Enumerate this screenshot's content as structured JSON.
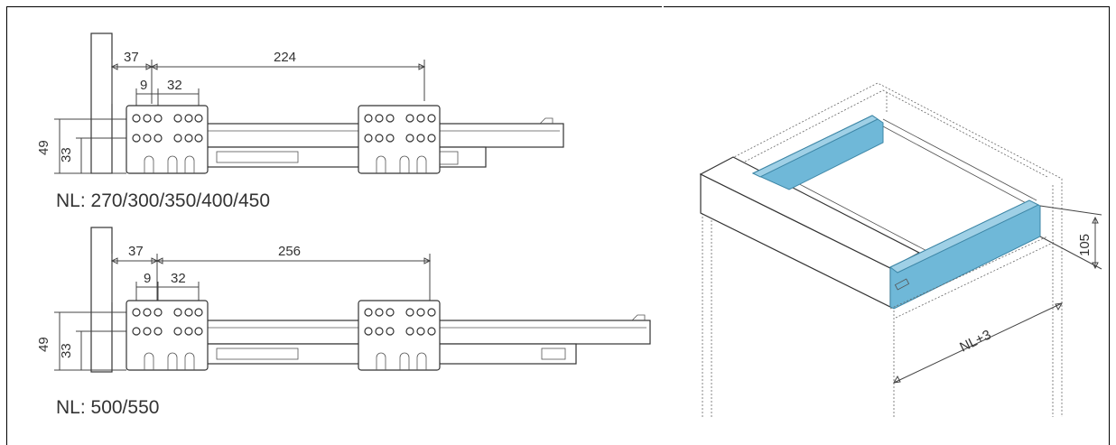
{
  "top_drawing": {
    "dim_37": "37",
    "dim_224": "224",
    "dim_9": "9",
    "dim_32": "32",
    "dim_49": "49",
    "dim_33": "33",
    "nl_label": "NL: 270/300/350/400/450"
  },
  "bottom_drawing": {
    "dim_37": "37",
    "dim_256": "256",
    "dim_9": "9",
    "dim_32": "32",
    "dim_49": "49",
    "dim_33": "33",
    "nl_label": "NL: 500/550"
  },
  "iso_drawing": {
    "height_label": "105",
    "length_label": "NL+3"
  },
  "colors": {
    "drawer_side": "#6fb8d8",
    "line": "#333333"
  }
}
